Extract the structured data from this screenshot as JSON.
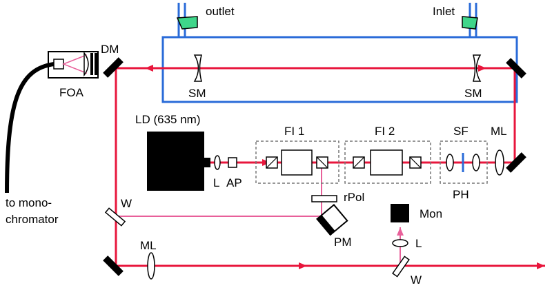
{
  "labels": {
    "outlet": "outlet",
    "inlet": "Inlet",
    "dm": "DM",
    "foa": "FOA",
    "sm_left": "SM",
    "sm_right": "SM",
    "ld": "LD (635 nm)",
    "fi1": "FI 1",
    "fi2": "FI 2",
    "sf": "SF",
    "ml_top": "ML",
    "l_main": "L",
    "ap": "AP",
    "ph": "PH",
    "rpol": "rPol",
    "w_left": "W",
    "pm": "PM",
    "mon": "Mon",
    "l_mon": "L",
    "ml_bottom": "ML",
    "w_bottom": "W",
    "to_mono_line1": "to mono-",
    "to_mono_line2": "chromator"
  },
  "colors": {
    "beam": "#e8163c",
    "weak_beam": "#e8609a",
    "cell": "#2a6bd8",
    "valve": "#3fd68a",
    "box": "#777777"
  }
}
